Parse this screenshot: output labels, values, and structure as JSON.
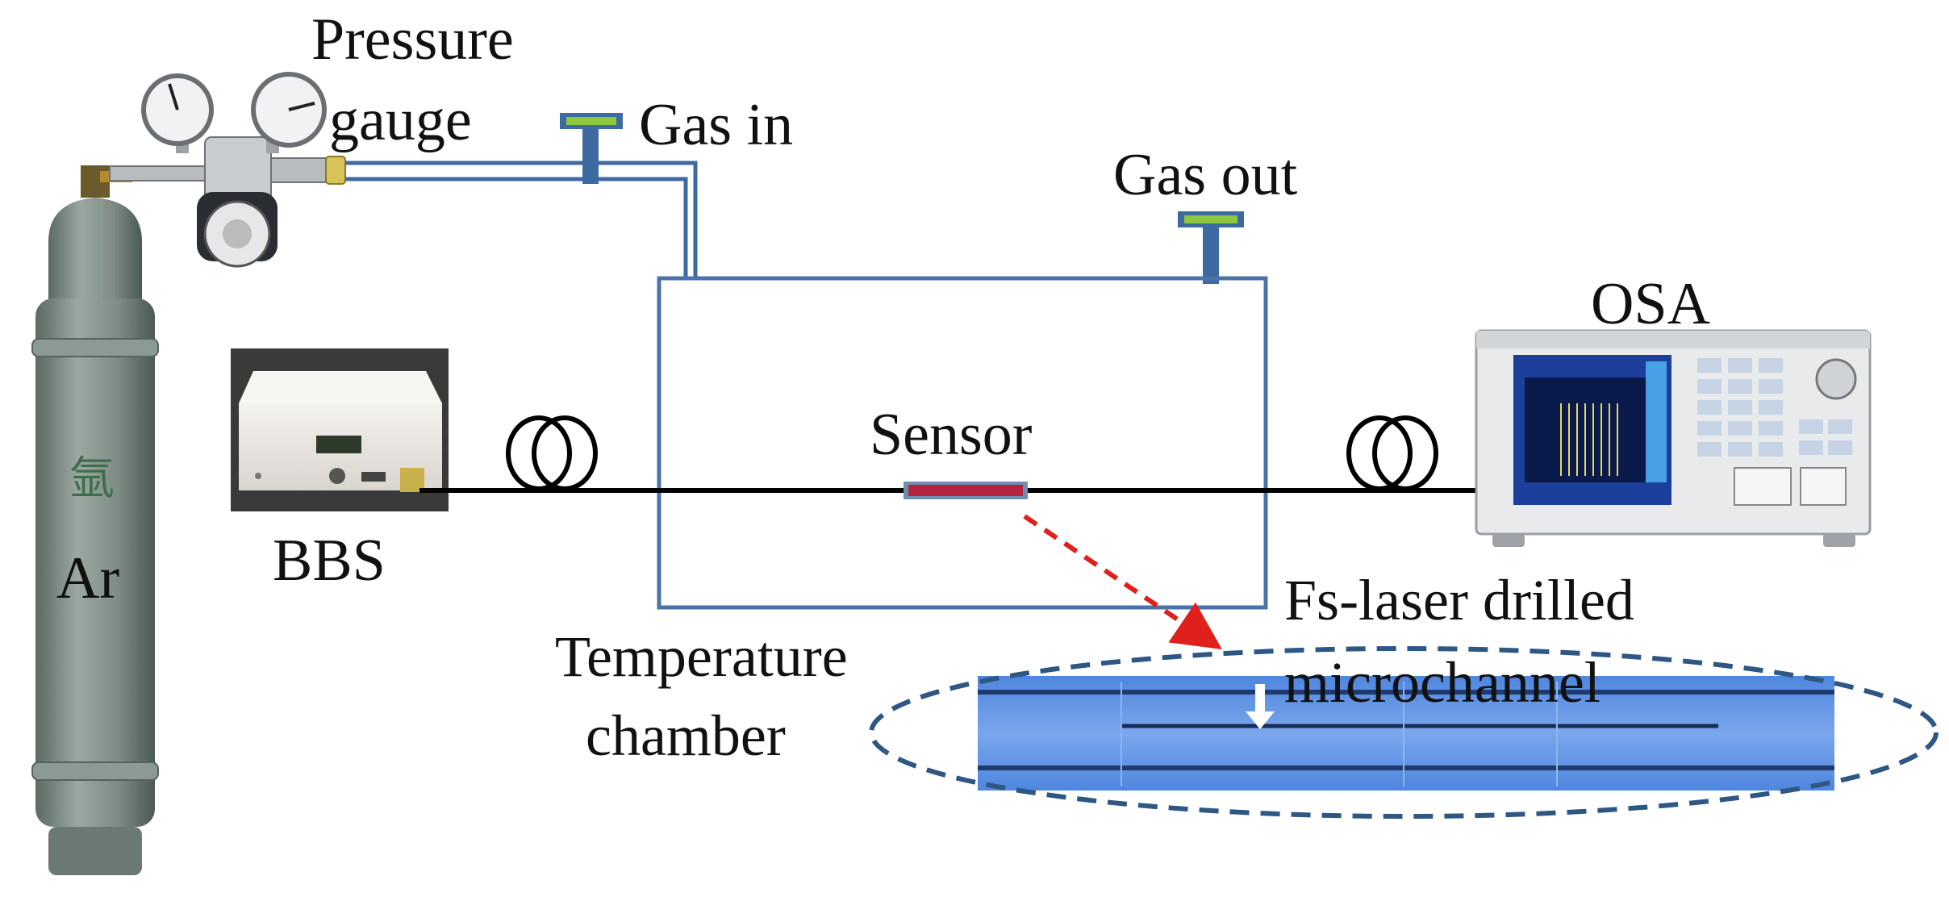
{
  "labels": {
    "pressure_line1": "Pressure",
    "pressure_line2": "gauge",
    "gas_in": "Gas in",
    "gas_out": "Gas out",
    "osa": "OSA",
    "sensor": "Sensor",
    "bbs": "BBS",
    "argon": "Ar",
    "argon_cjk": "氩",
    "chamber_line1": "Temperature",
    "chamber_line2": "chamber",
    "fs_line1": "Fs-laser drilled",
    "fs_line2": "microchannel"
  },
  "colors": {
    "pipe": "#3d6aa0",
    "valve_top": "#8ec63f",
    "chamber_border": "#4a74a8",
    "fiber": "#000000",
    "sensor": "#b5233f",
    "arrow": "#e0201c",
    "ellipse": "#2f5783",
    "micro_bg": "#5a8ee0",
    "cylinder": "#7f8d86"
  }
}
